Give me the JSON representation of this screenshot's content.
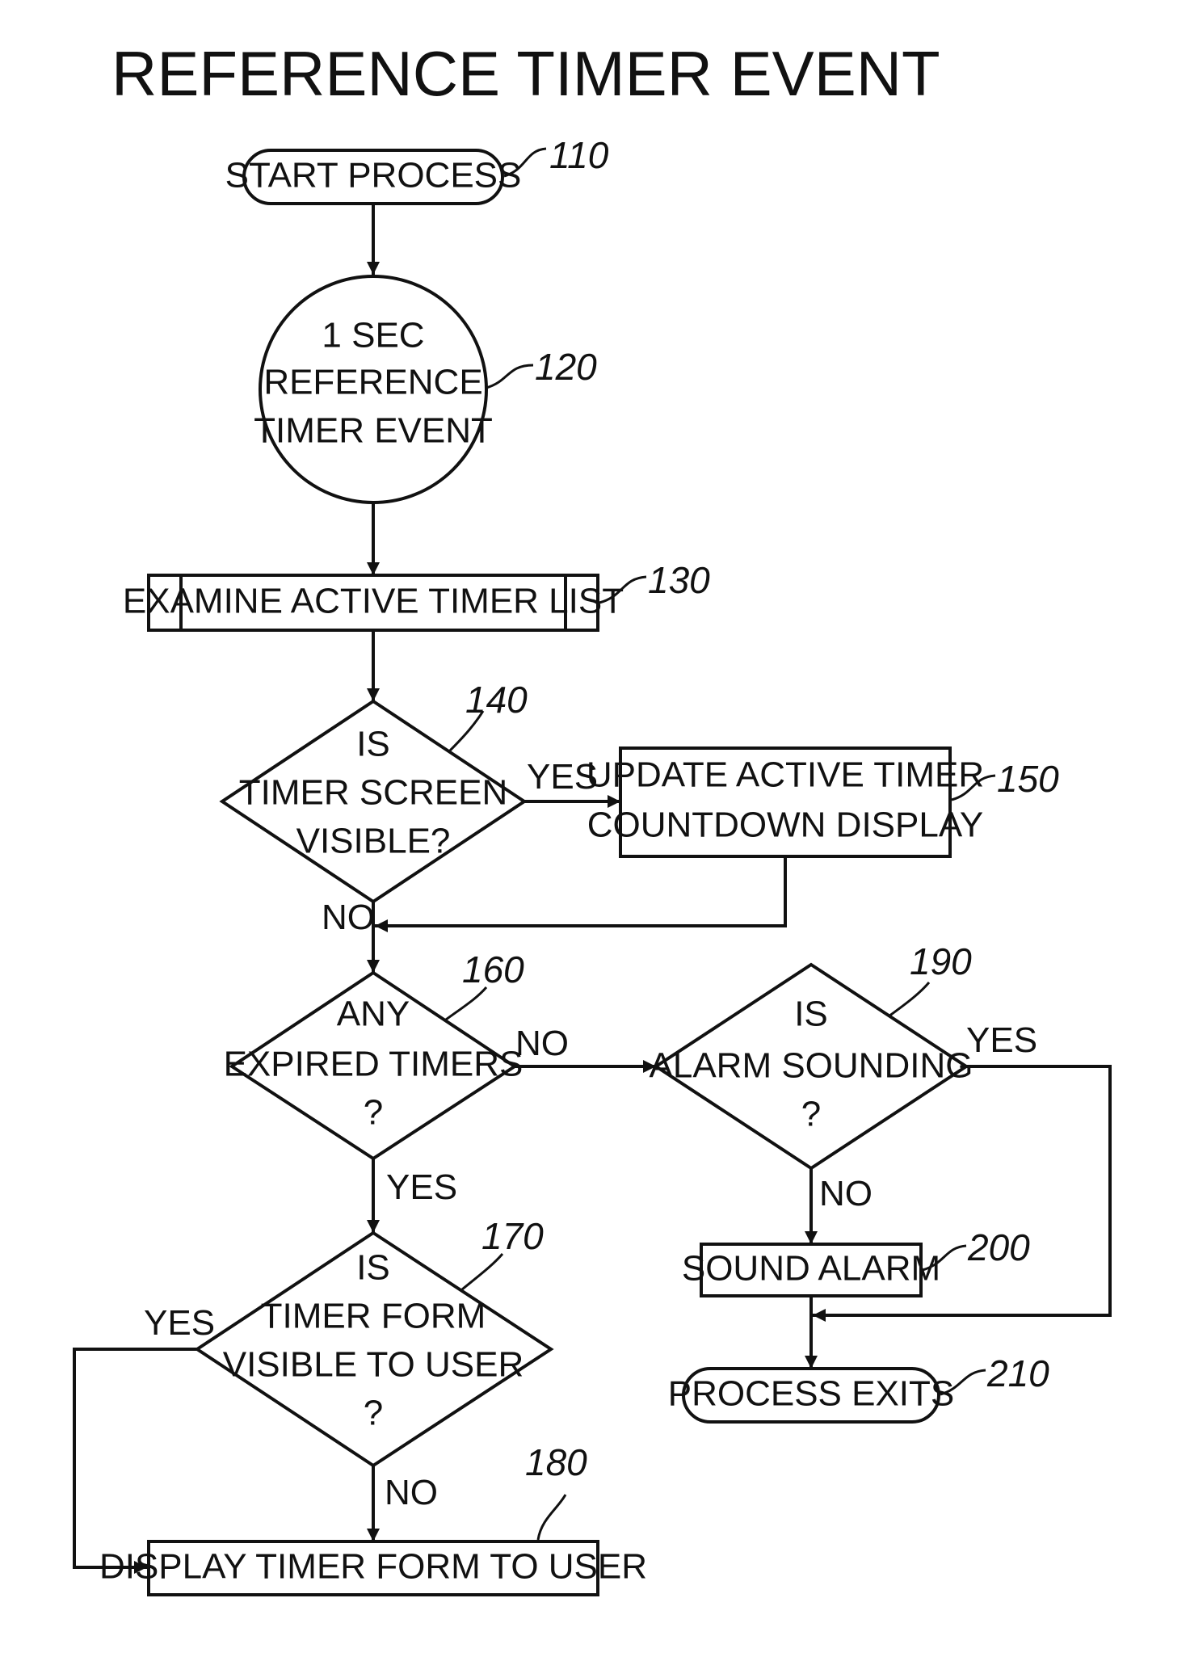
{
  "title": "REFERENCE TIMER EVENT",
  "nodes": {
    "start": {
      "label": "START PROCESS",
      "ref": "110"
    },
    "timer_event": {
      "lines": [
        "1 SEC",
        "REFERENCE",
        "TIMER EVENT"
      ],
      "ref": "120"
    },
    "examine": {
      "label": "EXAMINE ACTIVE TIMER LIST",
      "ref": "130"
    },
    "screen_visible": {
      "lines": [
        "IS",
        "TIMER SCREEN",
        "VISIBLE?"
      ],
      "ref": "140"
    },
    "update": {
      "lines": [
        "UPDATE ACTIVE TIMER",
        "COUNTDOWN DISPLAY"
      ],
      "ref": "150"
    },
    "expired": {
      "lines": [
        "ANY",
        "EXPIRED TIMERS",
        "?"
      ],
      "ref": "160"
    },
    "form_visible": {
      "lines": [
        "IS",
        "TIMER FORM",
        "VISIBLE TO USER",
        "?"
      ],
      "ref": "170"
    },
    "display_form": {
      "label": "DISPLAY TIMER FORM TO USER",
      "ref": "180"
    },
    "alarm_sounding": {
      "lines": [
        "IS",
        "ALARM SOUNDING",
        "?"
      ],
      "ref": "190"
    },
    "sound_alarm": {
      "label": "SOUND ALARM",
      "ref": "200"
    },
    "exit": {
      "label": "PROCESS EXITS",
      "ref": "210"
    }
  },
  "edges": {
    "screen_yes": "YES",
    "screen_no": "NO",
    "expired_no": "NO",
    "expired_yes": "YES",
    "alarm_yes": "YES",
    "alarm_no": "NO",
    "form_yes": "YES",
    "form_no": "NO"
  }
}
